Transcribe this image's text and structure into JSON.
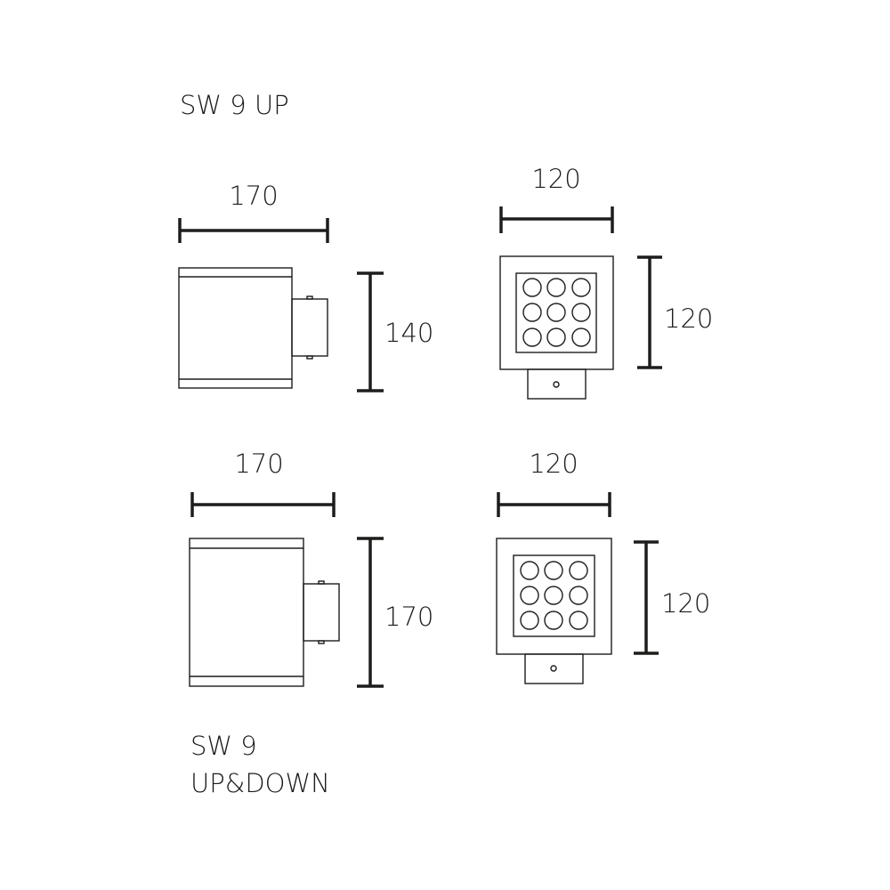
{
  "colors": {
    "line": "#1d1d1b",
    "background": "#ffffff"
  },
  "top_model": {
    "title": "SW 9 UP",
    "side_view": {
      "width_label": "170",
      "height_label": "140"
    },
    "front_view": {
      "width_label": "120",
      "height_label": "120",
      "led_count": 9
    }
  },
  "bottom_model": {
    "title_line1": "SW 9",
    "title_line2": "UP&DOWN",
    "side_view": {
      "width_label": "170",
      "height_label": "170"
    },
    "front_view": {
      "width_label": "120",
      "height_label": "120",
      "led_count": 9
    }
  }
}
